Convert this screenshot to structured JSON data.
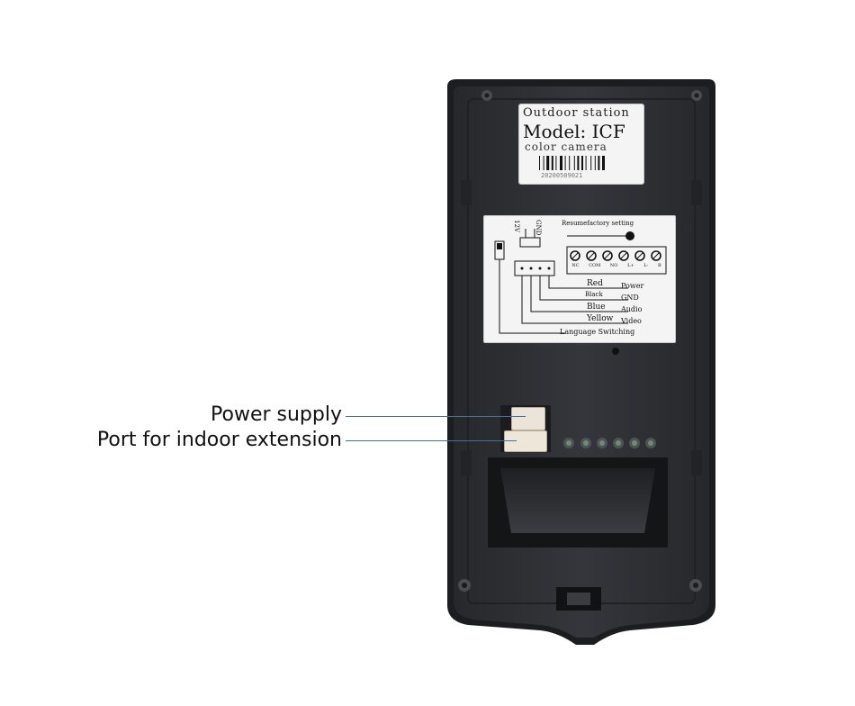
{
  "callouts": {
    "power_supply": "Power supply",
    "indoor_port": "Port for indoor extension"
  },
  "model_label": {
    "line1": "Outdoor station",
    "line2": "Model: ICF",
    "line3": "color camera",
    "serial": "20200509021"
  },
  "wiring_label": {
    "power_pins": [
      "12V",
      "GND"
    ],
    "reset": "Resumefactory setting",
    "terminals": [
      "NC",
      "COM",
      "NO",
      "L+",
      "L-",
      "B"
    ],
    "wires": [
      {
        "color": "Red",
        "function": "Power"
      },
      {
        "color": "Black",
        "function": "GND"
      },
      {
        "color": "Blue",
        "function": "Audio"
      },
      {
        "color": "Yellow",
        "function": "Video"
      }
    ],
    "language": "Language Switching"
  },
  "colors": {
    "housing": "#2d2f33",
    "housing_edge": "#1c1d20",
    "callout_line": "#4a6f9c",
    "connector": "#e9e1d6"
  }
}
